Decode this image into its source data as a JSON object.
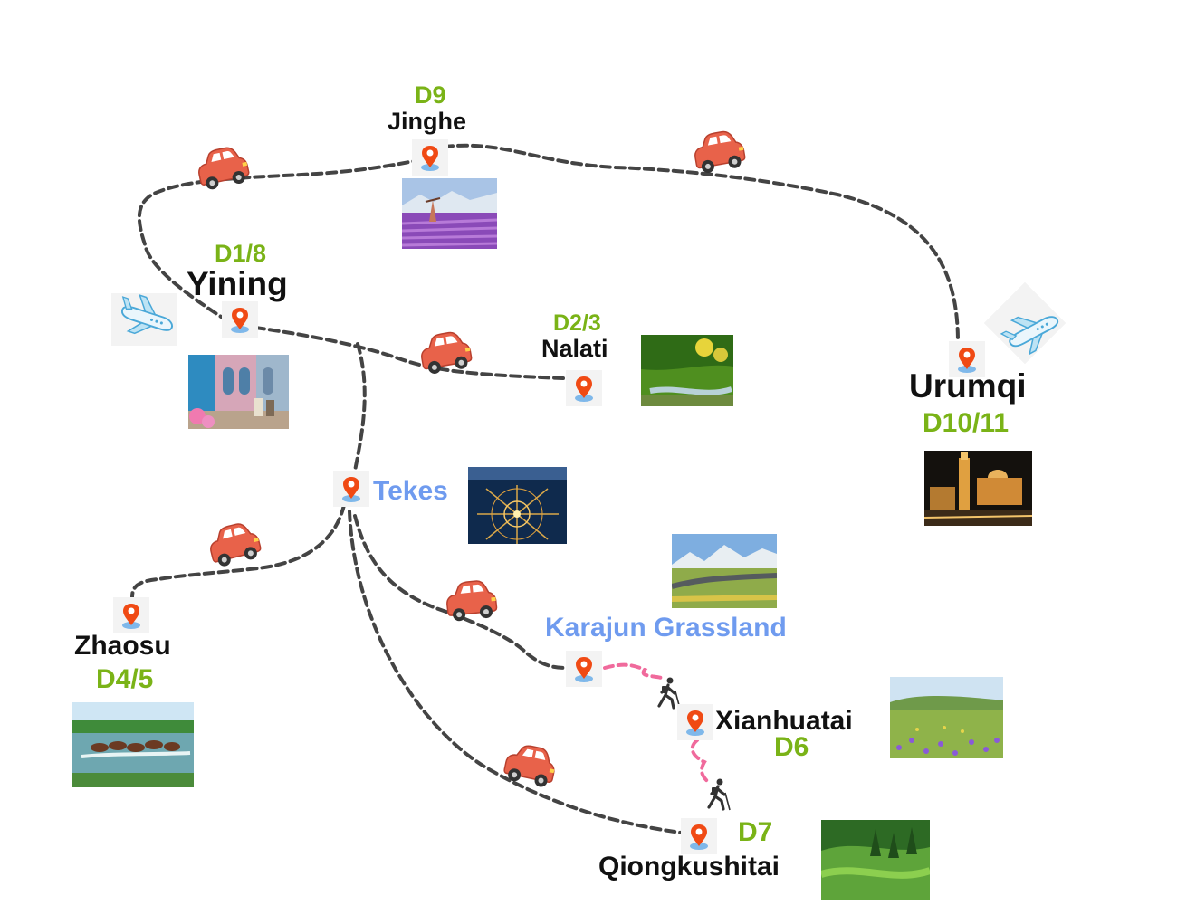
{
  "colors": {
    "route_line": "#444444",
    "hike_line": "#f06a9c",
    "day_label": "#7ab317",
    "city_label": "#111111",
    "stop_label": "#6f9bef",
    "pin": "#f04a14",
    "car": "#e8624a"
  },
  "icons": {
    "transport_car": "car-icon",
    "transport_plane": "airplane-icon",
    "hike": "hiker-icon",
    "location": "location-pin-icon"
  },
  "places": {
    "jinghe": {
      "name": "Jinghe",
      "days": "D9"
    },
    "yining": {
      "name": "Yining",
      "days": "D1/8"
    },
    "nalati": {
      "name": "Nalati",
      "days": "D2/3"
    },
    "urumqi": {
      "name": "Urumqi",
      "days": "D10/11"
    },
    "tekes": {
      "name": "Tekes"
    },
    "zhaosu": {
      "name": "Zhaosu",
      "days": "D4/5"
    },
    "karajun": {
      "name": "Karajun Grassland"
    },
    "xianhuatai": {
      "name": "Xianhuatai",
      "days": "D6"
    },
    "qiongkushitai": {
      "name": "Qiongkushitai",
      "days": "D7"
    }
  }
}
